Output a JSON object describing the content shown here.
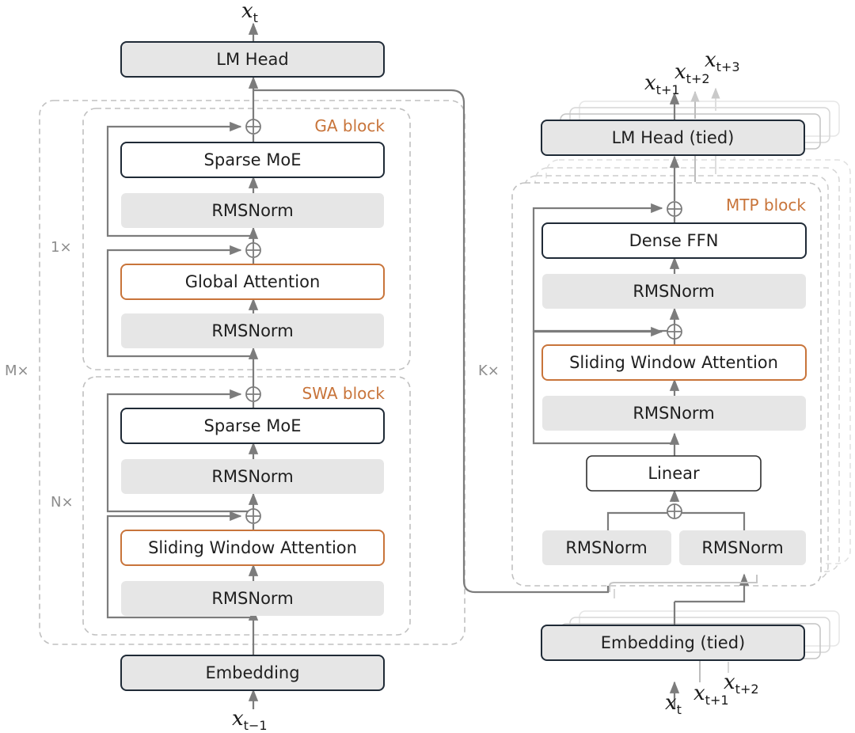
{
  "main_model": {
    "output_var": "x",
    "output_sub": "t",
    "lm_head": "LM Head",
    "outer_repeat": "M×",
    "ga_block": {
      "label": "GA block",
      "repeat": "1×",
      "sparse_moe": "Sparse MoE",
      "rmsnorm_ffn": "RMSNorm",
      "attention": "Global Attention",
      "rmsnorm_attn": "RMSNorm"
    },
    "swa_block": {
      "label": "SWA block",
      "repeat": "N×",
      "sparse_moe": "Sparse MoE",
      "rmsnorm_ffn": "RMSNorm",
      "attention": "Sliding Window Attention",
      "rmsnorm_attn": "RMSNorm"
    },
    "embedding": "Embedding",
    "input_var": "x",
    "input_sub": "t−1"
  },
  "mtp_model": {
    "outputs": [
      {
        "var": "x",
        "sub": "t+1"
      },
      {
        "var": "x",
        "sub": "t+2"
      },
      {
        "var": "x",
        "sub": "t+3"
      }
    ],
    "lm_head": "LM Head (tied)",
    "repeat": "K×",
    "mtp_block": {
      "label": "MTP block",
      "dense_ffn": "Dense FFN",
      "rmsnorm_ffn": "RMSNorm",
      "attention": "Sliding Window Attention",
      "rmsnorm_attn": "RMSNorm",
      "linear": "Linear",
      "rmsnorm_left": "RMSNorm",
      "rmsnorm_right": "RMSNorm"
    },
    "embedding": "Embedding (tied)",
    "inputs": [
      {
        "var": "x",
        "sub": "t"
      },
      {
        "var": "x",
        "sub": "t+1"
      },
      {
        "var": "x",
        "sub": "t+2"
      }
    ]
  },
  "colors": {
    "accent": "#c8743a",
    "box_fill": "#e6e6e6",
    "box_stroke": "#1f2a36",
    "dashed": "#b9b9b9",
    "line": "#808080"
  }
}
